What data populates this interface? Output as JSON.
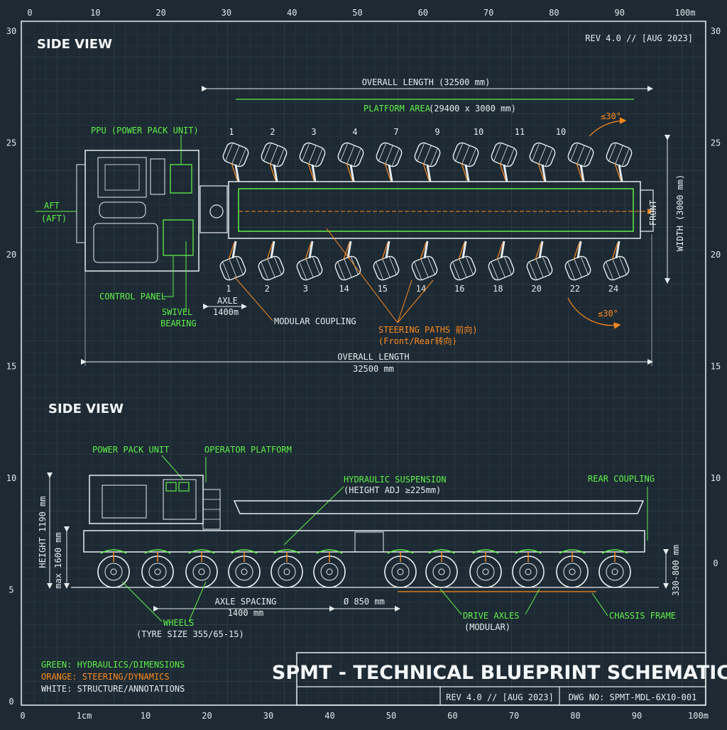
{
  "sheet": {
    "title": "SPMT - TECHNICAL BLUEPRINT SCHEMATIC",
    "rev": "REV 4.0 // [AUG 2023]",
    "rev_top": "REV 4.0 // [AUG 2023]",
    "dwg_no": "DWG NO: SPMT-MDL-6X10-001",
    "colors": {
      "background": "#1d2a33",
      "grid": "#34454f",
      "green": "#5ff04a",
      "orange": "#ff8a1e",
      "white": "#e6ecef"
    }
  },
  "scale": {
    "top_ticks": [
      "0",
      "10",
      "20",
      "30",
      "40",
      "50",
      "60",
      "70",
      "80",
      "90",
      "100m"
    ],
    "bottom_ticks": [
      "0",
      "1cm",
      "10",
      "20",
      "30",
      "40",
      "50",
      "60",
      "70",
      "80",
      "90",
      "100m"
    ],
    "left_ticks": [
      "30",
      "25",
      "20",
      "15",
      "10",
      "5",
      "0"
    ],
    "right_ticks": [
      "30",
      "25",
      "20",
      "15",
      "10",
      "0"
    ]
  },
  "legend": {
    "green": "GREEN: HYDRAULICS/DIMENSIONS",
    "orange": "ORANGE: STEERING/DYNAMICS",
    "white": "WHITE: STRUCTURE/ANNOTATIONS"
  },
  "top_view": {
    "heading": "SIDE VIEW",
    "overall_length": "OVERALL LENGTH (32500 mm)",
    "platform_area_label": "PLATFORM AREA",
    "platform_area_dims": "(29400 x 3000 mm)",
    "ppu": "PPU (POWER PACK UNIT)",
    "aft": "AFT",
    "aft_sub": "(AFT)",
    "control_panel": "CONTROL PANEL",
    "swivel": "SWIVEL",
    "bearing": "BEARING",
    "axle": "AXLE",
    "axle_dim": "1400m",
    "modular_coupling": "MODULAR COUPLING",
    "steering_paths": "STEERING PATHS 前向)",
    "steering_paths_sub": "(Front/Rear转向)",
    "angle_top": "≤30°",
    "angle_bottom": "≤30°",
    "width": "WIDTH (3000 mm)",
    "fwd": "FRONT",
    "bottom_overall_length": "OVERALL LENGTH",
    "bottom_overall_dim": "32500 mm",
    "axle_numbers_top": [
      "1",
      "2",
      "3",
      "4",
      "7",
      "9",
      "10",
      "11",
      "10"
    ],
    "axle_numbers_bottom": [
      "1",
      "2",
      "3",
      "14",
      "15",
      "14",
      "16",
      "18",
      "20",
      "22",
      "24"
    ]
  },
  "side_view": {
    "heading": "SIDE VIEW",
    "power_pack": "POWER PACK UNIT",
    "operator_platform": "OPERATOR PLATFORM",
    "hydraulic_suspension": "HYDRAULIC SUSPENSION",
    "height_adj": "(HEIGHT ADJ ≥225mm)",
    "rear_coupling": "REAR COUPLING",
    "height_total": "HEIGHT 1190 mm",
    "height_sub": "max 1600 mm",
    "axle_spacing": "AXLE SPACING",
    "axle_spacing_dim": "1400 mm",
    "wheel_dia": "Ø 850 mm",
    "wheels": "WHEELS",
    "tyre_size": "(TYRE SIZE 355/65-15)",
    "drive_axles": "DRIVE AXLES",
    "drive_axles_sub": "(MODULAR)",
    "chassis_frame": "CHASSIS FRAME",
    "ground_clear": "330-800 mm"
  }
}
